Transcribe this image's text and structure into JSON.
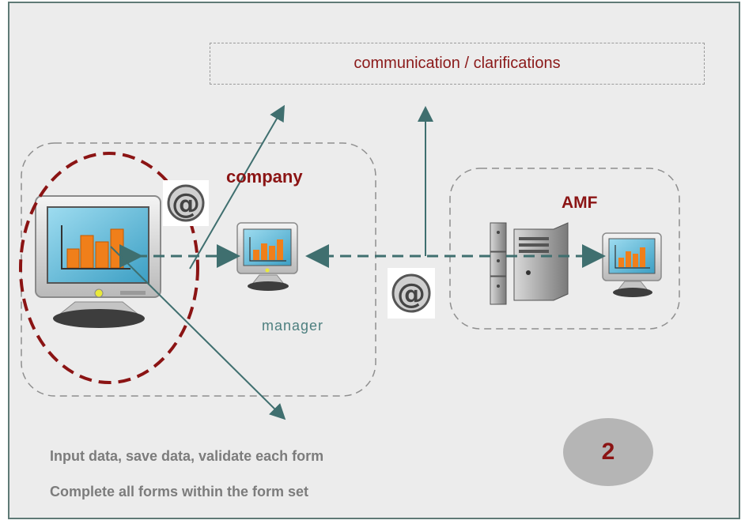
{
  "communication_label": "communication / clarifications",
  "company_label": "company",
  "amf_label": "AMF",
  "manager_label": "manager",
  "step_number": "2",
  "instructions": [
    "Input data, save data, validate each form",
    "Complete all forms within the form set"
  ],
  "email_glyph": "@",
  "colors": {
    "frame_border": "#5f7a76",
    "background": "#ececec",
    "accent_red": "#8b1414",
    "arrow_teal": "#3f6f6f",
    "chart_bars": "#f07f1a",
    "screen_blue": "#5ab8d8"
  },
  "icons": [
    "large-computer-monitor-icon",
    "manager-monitor-icon",
    "server-tower-icon",
    "amf-monitor-icon",
    "email-at-icon"
  ]
}
